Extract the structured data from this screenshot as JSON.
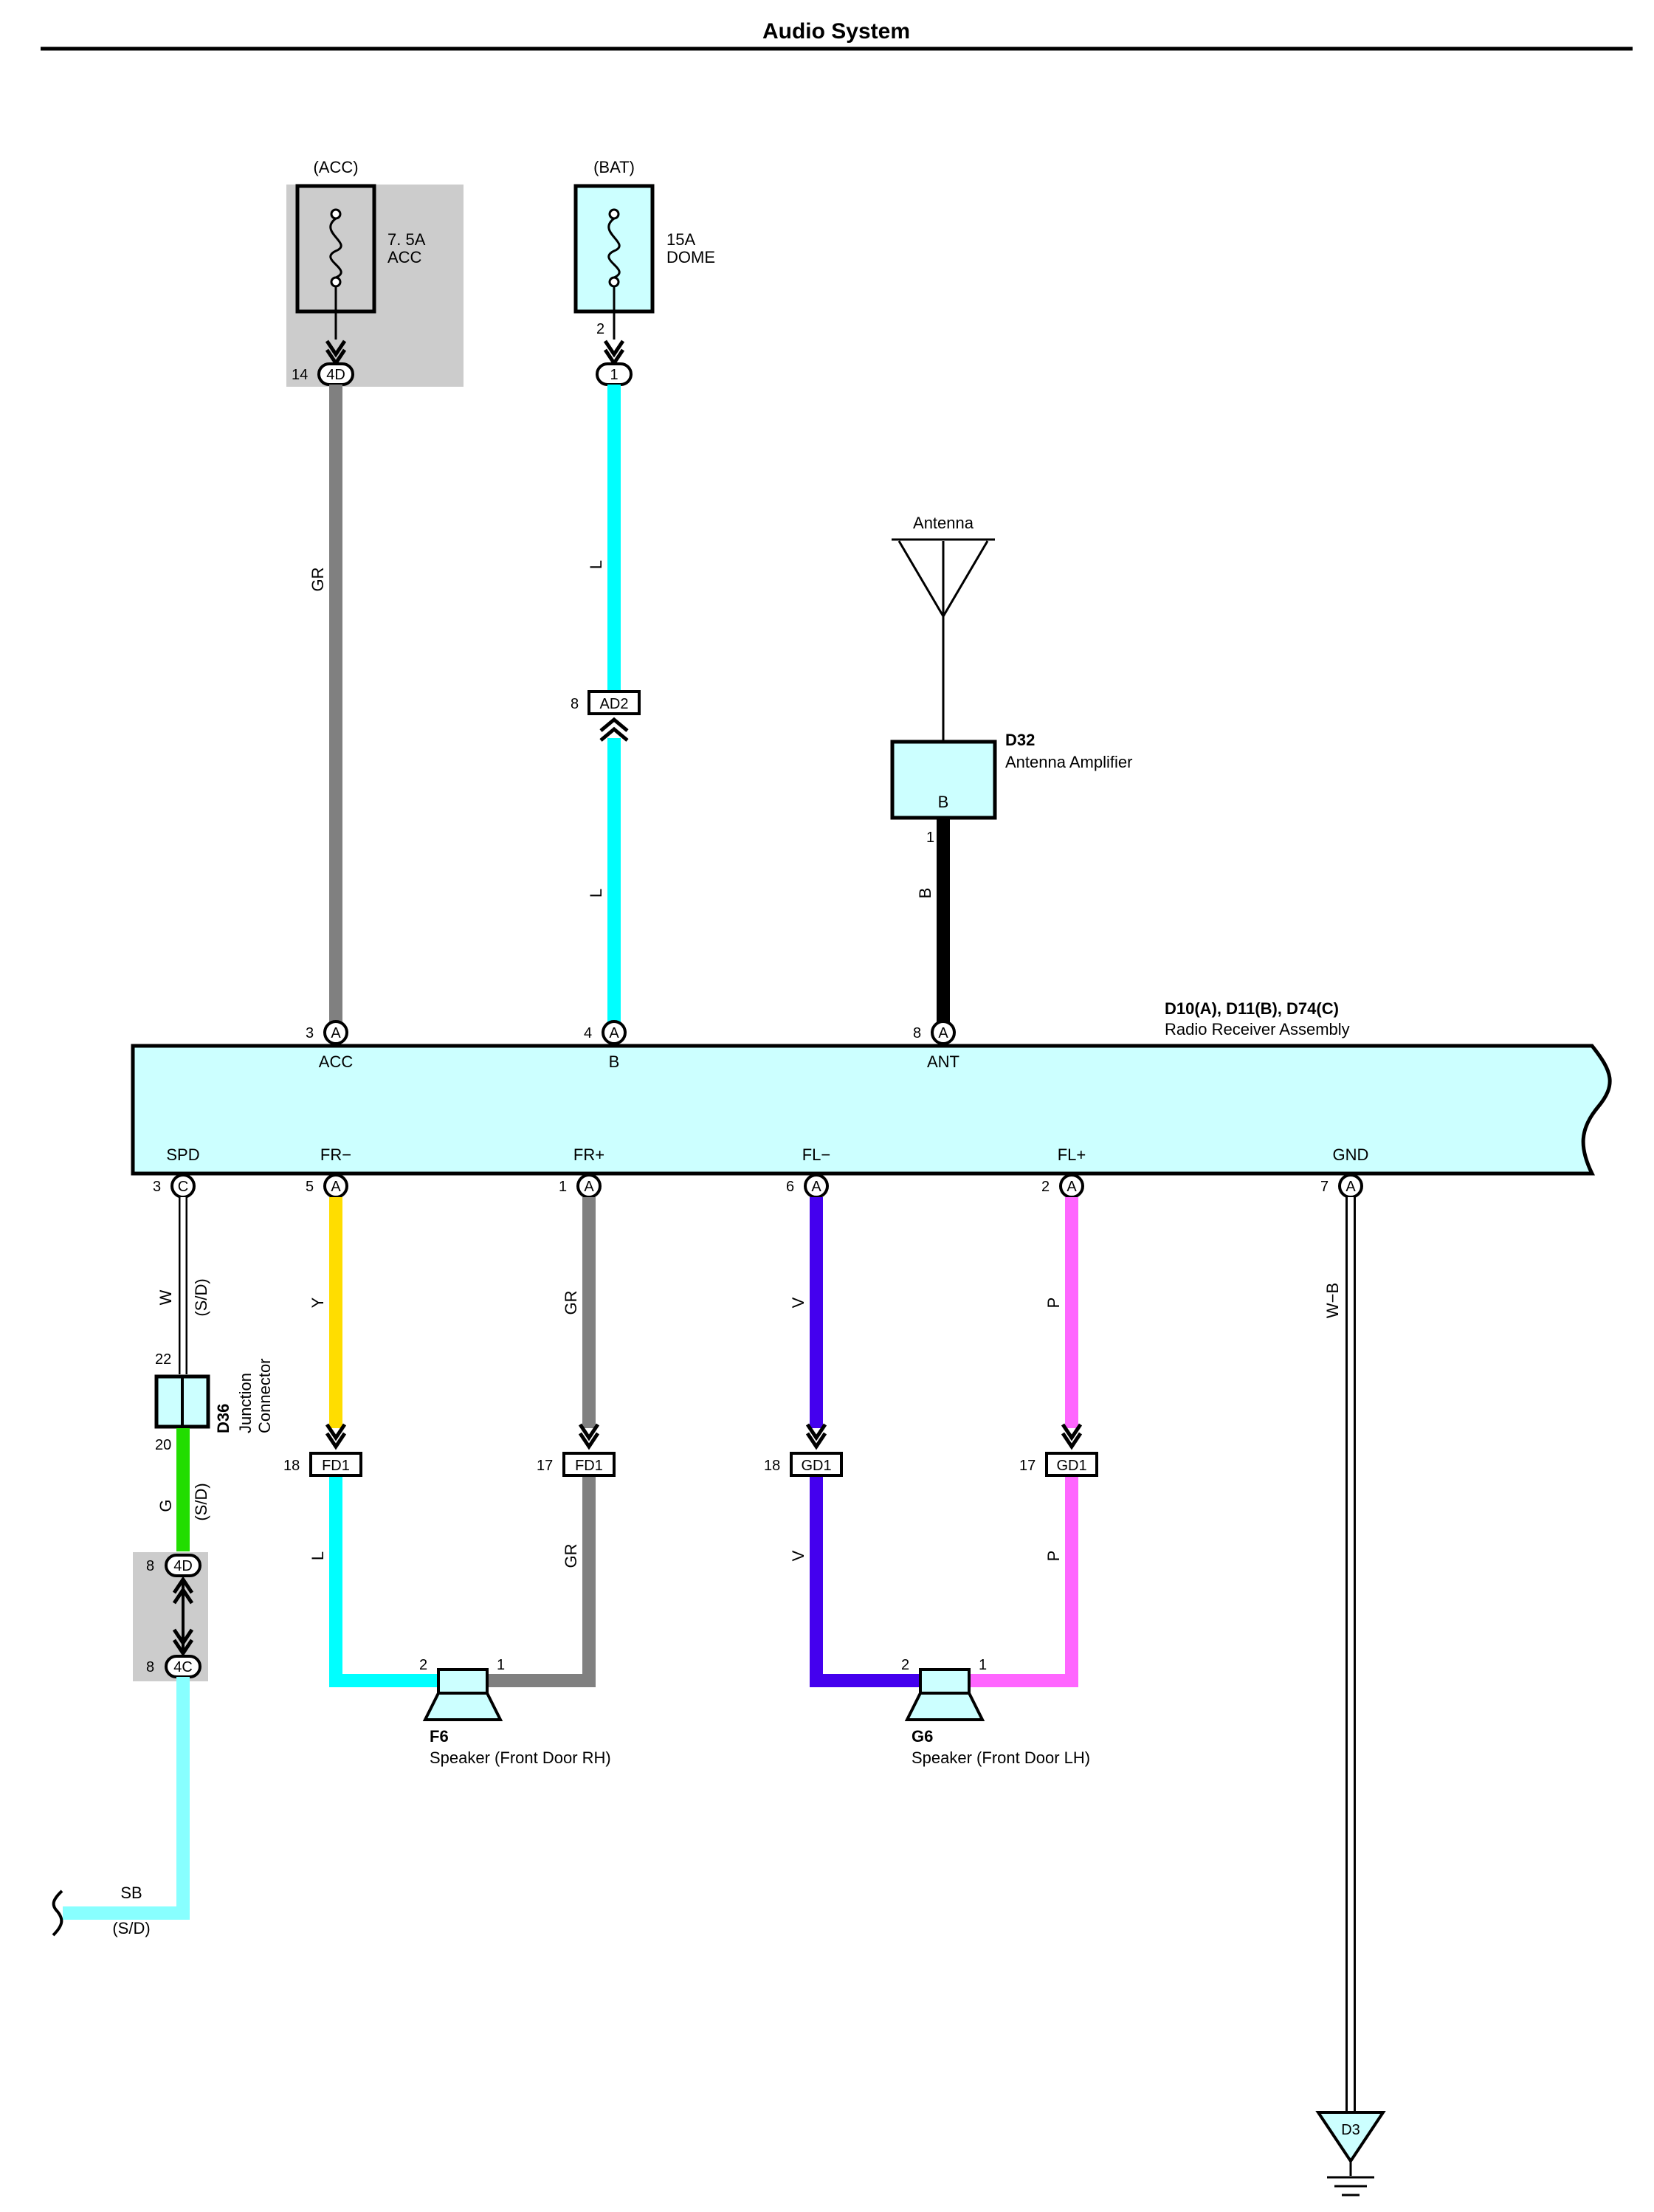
{
  "title": "Audio System",
  "colors": {
    "GR": "#808080",
    "L": "#00ffff",
    "B": "#000000",
    "Y": "#ffdd00",
    "V": "#4400ee",
    "P": "#ff66ff",
    "G": "#22dd00",
    "SB": "#88ffff",
    "comp_fill": "#ccffff",
    "relay_box": "#cccccc"
  },
  "fuses": {
    "acc": {
      "source": "(ACC)",
      "rating": "7. 5A",
      "name": "ACC",
      "conn_pin": "14",
      "conn": "4D"
    },
    "bat": {
      "source": "(BAT)",
      "rating": "15A",
      "name": "DOME",
      "pin": "2",
      "conn": "1"
    }
  },
  "antenna": {
    "label": "Antenna",
    "amp_code": "D32",
    "amp_name": "Antenna Amplifier",
    "amp_conn": "B",
    "amp_pin": "1"
  },
  "inline_connectors": {
    "ad2": {
      "pin": "8",
      "code": "AD2"
    },
    "fd1_a": {
      "pin": "18",
      "code": "FD1"
    },
    "fd1_b": {
      "pin": "17",
      "code": "FD1"
    },
    "gd1_a": {
      "pin": "18",
      "code": "GD1"
    },
    "gd1_b": {
      "pin": "17",
      "code": "GD1"
    },
    "jc_4d": {
      "pin": "8",
      "code": "4D"
    },
    "jc_4c": {
      "pin": "8",
      "code": "4C"
    }
  },
  "radio": {
    "code": "D10(A), D11(B), D74(C)",
    "name": "Radio Receiver Assembly",
    "top_pins": [
      {
        "num": "3",
        "conn": "A",
        "label": "ACC"
      },
      {
        "num": "4",
        "conn": "A",
        "label": "B"
      },
      {
        "num": "8",
        "conn": "A",
        "label": "ANT"
      }
    ],
    "bottom_pins": [
      {
        "num": "3",
        "conn": "C",
        "label": "SPD"
      },
      {
        "num": "5",
        "conn": "A",
        "label": "FR−"
      },
      {
        "num": "1",
        "conn": "A",
        "label": "FR+"
      },
      {
        "num": "6",
        "conn": "A",
        "label": "FL−"
      },
      {
        "num": "2",
        "conn": "A",
        "label": "FL+"
      },
      {
        "num": "7",
        "conn": "A",
        "label": "GND"
      }
    ]
  },
  "wires": {
    "gr_acc": "GR",
    "l_top": "L",
    "l_mid": "L",
    "b_ant": "B",
    "w_spd": "W",
    "sd1": "(S/D)",
    "y": "Y",
    "gr_frp": "GR",
    "v": "V",
    "p": "P",
    "wb": "W−B",
    "g": "G",
    "sd2": "(S/D)",
    "l_low": "L",
    "gr_low": "GR",
    "v_low": "V",
    "p_low": "P",
    "sb": "SB",
    "sd3": "(S/D)"
  },
  "junction": {
    "code": "D36",
    "line1": "Junction",
    "line2": "Connector",
    "pin_top": "22",
    "pin_bot": "20"
  },
  "speakers": {
    "rh": {
      "code": "F6",
      "name": "Speaker (Front Door RH)",
      "pin_l": "2",
      "pin_r": "1"
    },
    "lh": {
      "code": "G6",
      "name": "Speaker (Front Door LH)",
      "pin_l": "2",
      "pin_r": "1"
    }
  },
  "ground": {
    "code": "D3"
  }
}
